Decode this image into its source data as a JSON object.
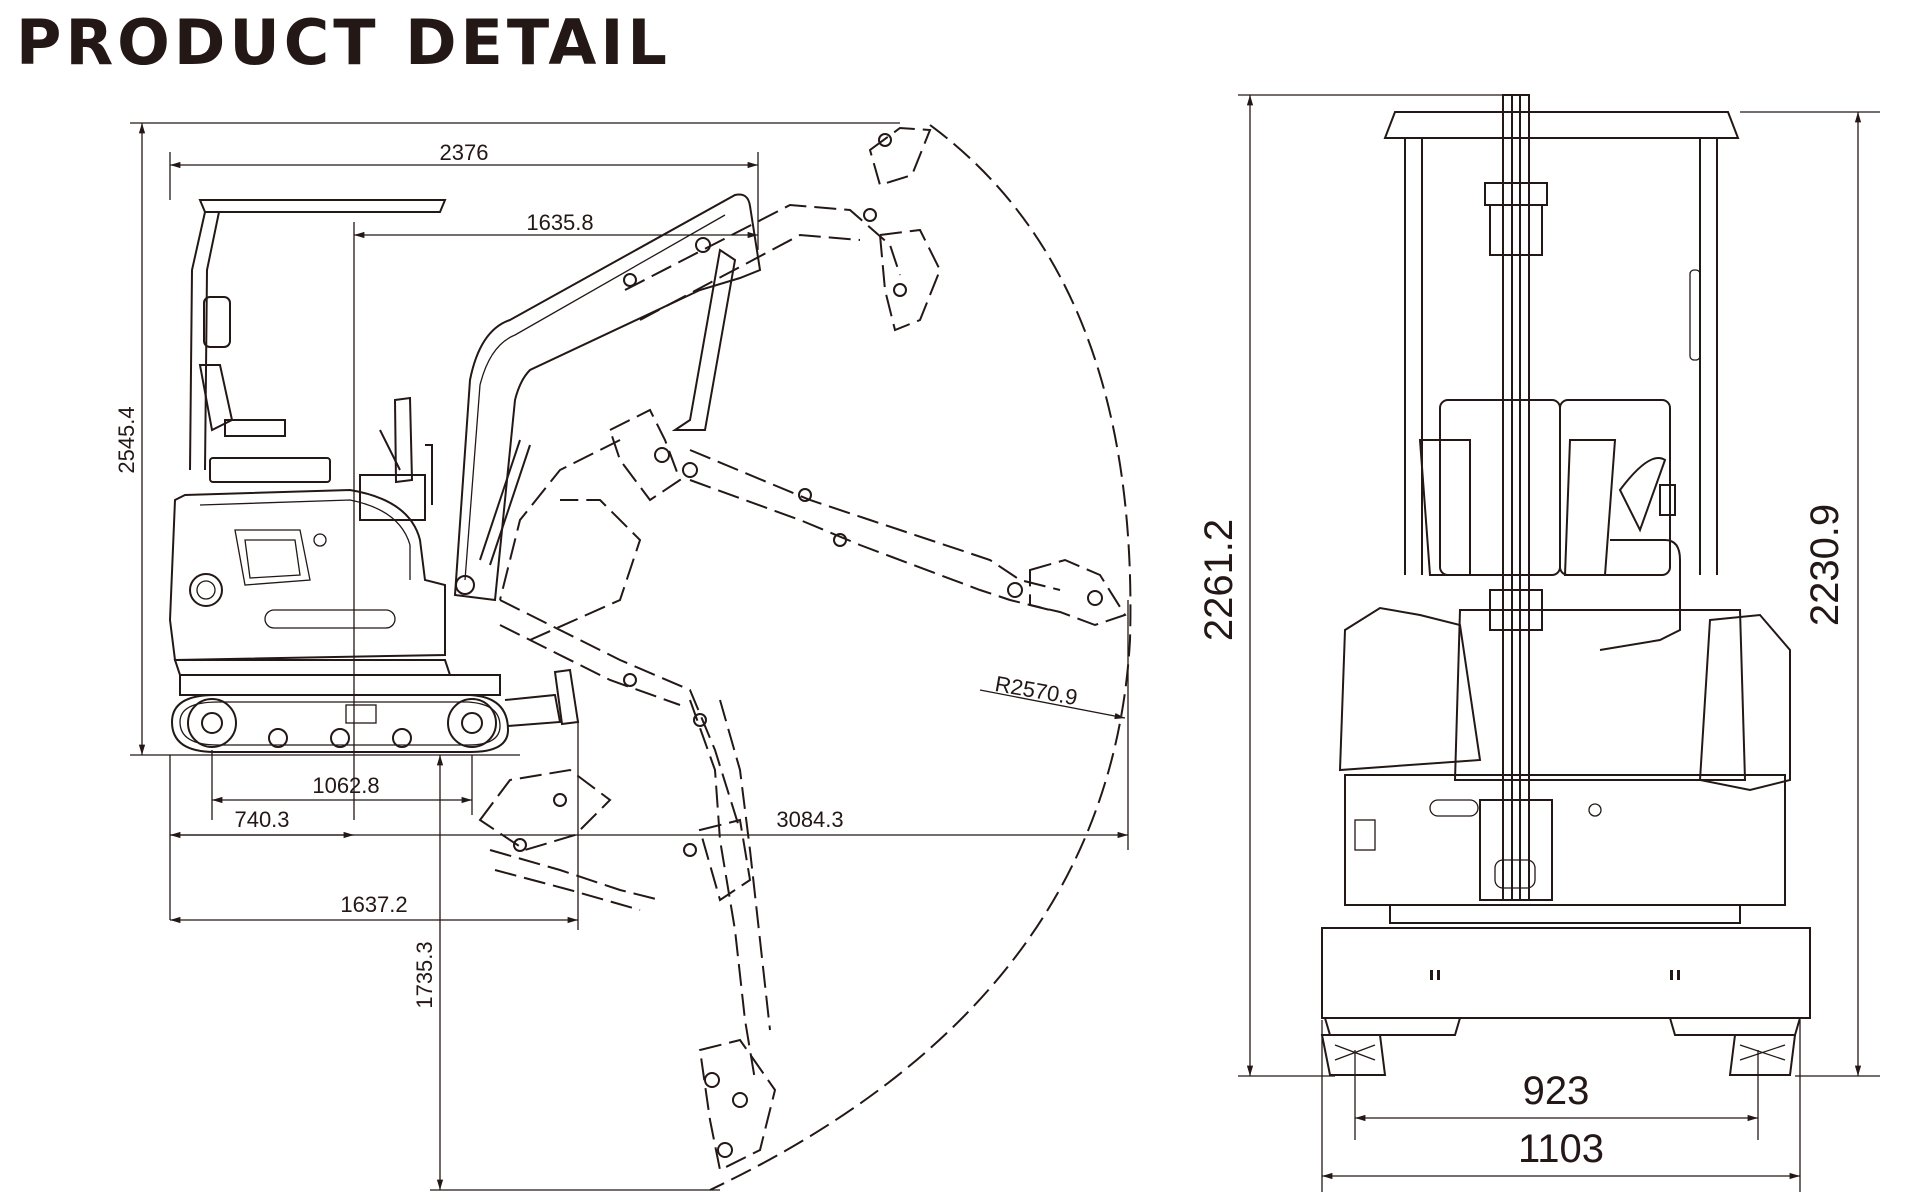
{
  "title": "PRODUCT DETAIL",
  "side_view": {
    "dims": {
      "overall_length_reach": "2376",
      "boom_offset": "1635.8",
      "height": "2545.4",
      "track_length": "1062.8",
      "sprocket_to_center": "740.3",
      "ground_reach": "3084.3",
      "tail_to_bucket": "1637.2",
      "dig_depth": "1735.3",
      "swing_radius": "R2570.9"
    }
  },
  "front_view": {
    "dims": {
      "height_left": "2261.2",
      "height_right": "2230.9",
      "track_gauge": "923",
      "overall_width": "1103"
    }
  },
  "colors": {
    "ink": "#231815",
    "background": "#ffffff"
  }
}
